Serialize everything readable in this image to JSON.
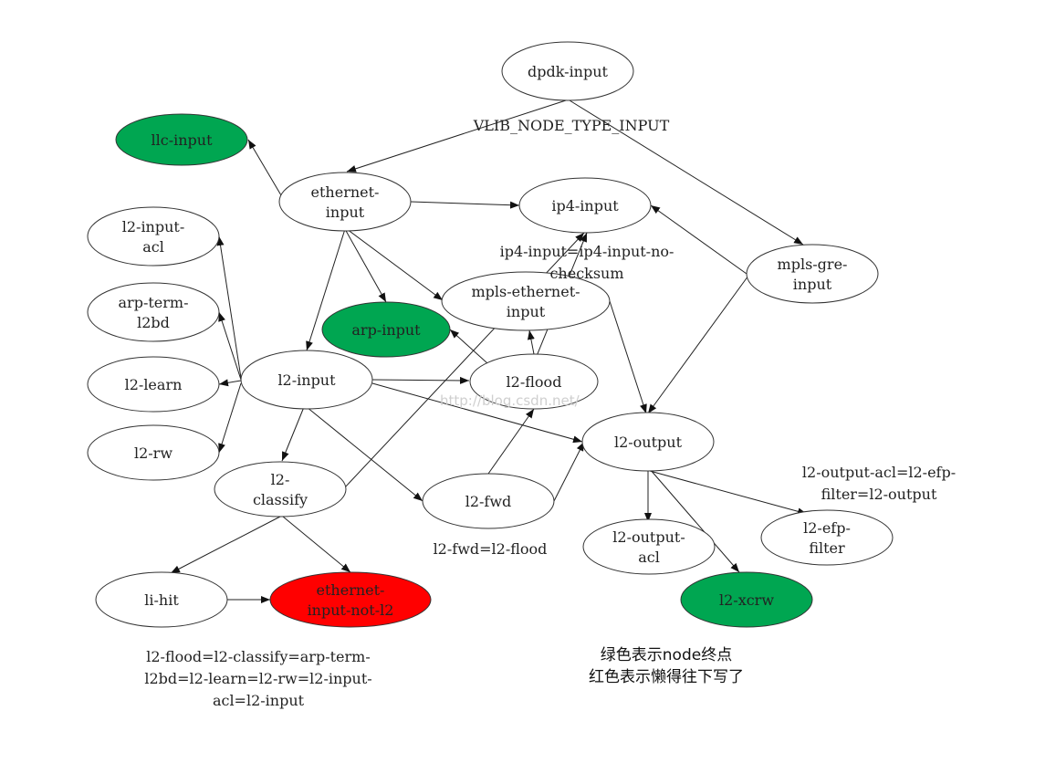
{
  "nodes": {
    "dpdk_input": {
      "label": [
        "dpdk-input"
      ],
      "kind": "normal"
    },
    "llc_input": {
      "label": [
        "llc-input"
      ],
      "kind": "terminal"
    },
    "ethernet_input": {
      "label": [
        "ethernet-",
        "input"
      ],
      "kind": "normal"
    },
    "ip4_input": {
      "label": [
        "ip4-input"
      ],
      "kind": "normal"
    },
    "l2_input_acl": {
      "label": [
        "l2-input-",
        "acl"
      ],
      "kind": "normal"
    },
    "arp_term_l2bd": {
      "label": [
        "arp-term-",
        "l2bd"
      ],
      "kind": "normal"
    },
    "l2_learn": {
      "label": [
        "l2-learn"
      ],
      "kind": "normal"
    },
    "l2_rw": {
      "label": [
        "l2-rw"
      ],
      "kind": "normal"
    },
    "mpls_gre_input": {
      "label": [
        "mpls-gre-",
        "input"
      ],
      "kind": "normal"
    },
    "mpls_ethernet_input": {
      "label": [
        "mpls-ethernet-",
        "input"
      ],
      "kind": "normal"
    },
    "arp_input": {
      "label": [
        "arp-input"
      ],
      "kind": "terminal"
    },
    "l2_input": {
      "label": [
        "l2-input"
      ],
      "kind": "normal"
    },
    "l2_flood": {
      "label": [
        "l2-flood"
      ],
      "kind": "normal"
    },
    "l2_output": {
      "label": [
        "l2-output"
      ],
      "kind": "normal"
    },
    "l2_classify": {
      "label": [
        "l2-",
        "classify"
      ],
      "kind": "normal"
    },
    "l2_fwd": {
      "label": [
        "l2-fwd"
      ],
      "kind": "normal"
    },
    "l2_output_acl": {
      "label": [
        "l2-output-",
        "acl"
      ],
      "kind": "normal"
    },
    "l2_efp_filter": {
      "label": [
        "l2-efp-",
        "filter"
      ],
      "kind": "normal"
    },
    "li_hit": {
      "label": [
        "li-hit"
      ],
      "kind": "normal"
    },
    "ethernet_input_not_l2": {
      "label": [
        "ethernet-",
        "input-not-l2"
      ],
      "kind": "drop"
    },
    "l2_xcrw": {
      "label": [
        "l2-xcrw"
      ],
      "kind": "terminal"
    }
  },
  "edges": [
    {
      "from": "dpdk_input",
      "to": "ethernet_input"
    },
    {
      "from": "dpdk_input",
      "to": "mpls_gre_input"
    },
    {
      "from": "ethernet_input",
      "to": "llc_input"
    },
    {
      "from": "ethernet_input",
      "to": "ip4_input"
    },
    {
      "from": "ethernet_input",
      "to": "arp_input"
    },
    {
      "from": "ethernet_input",
      "to": "mpls_ethernet_input"
    },
    {
      "from": "ethernet_input",
      "to": "l2_input"
    },
    {
      "from": "mpls_gre_input",
      "to": "ip4_input"
    },
    {
      "from": "mpls_gre_input",
      "to": "l2_output"
    },
    {
      "from": "mpls_ethernet_input",
      "to": "l2_output"
    },
    {
      "from": "l2_input",
      "to": "l2_input_acl"
    },
    {
      "from": "l2_input",
      "to": "arp_term_l2bd"
    },
    {
      "from": "l2_input",
      "to": "l2_learn"
    },
    {
      "from": "l2_input",
      "to": "l2_rw"
    },
    {
      "from": "l2_input",
      "to": "l2_flood"
    },
    {
      "from": "l2_input",
      "to": "l2_output"
    },
    {
      "from": "l2_input",
      "to": "l2_classify"
    },
    {
      "from": "l2_input",
      "to": "l2_fwd"
    },
    {
      "from": "l2_flood",
      "to": "arp_input"
    },
    {
      "from": "l2_flood",
      "to": "mpls_ethernet_input"
    },
    {
      "from": "l2_flood",
      "to": "ip4_input"
    },
    {
      "from": "l2_classify",
      "to": "ip4_input"
    },
    {
      "from": "l2_classify",
      "to": "li_hit"
    },
    {
      "from": "l2_classify",
      "to": "ethernet_input_not_l2"
    },
    {
      "from": "li_hit",
      "to": "ethernet_input_not_l2"
    },
    {
      "from": "l2_fwd",
      "to": "l2_flood"
    },
    {
      "from": "l2_fwd",
      "to": "l2_output"
    },
    {
      "from": "l2_output",
      "to": "l2_output_acl"
    },
    {
      "from": "l2_output",
      "to": "l2_efp_filter"
    },
    {
      "from": "l2_output",
      "to": "l2_xcrw"
    }
  ],
  "annotations": {
    "vlib_type": [
      "VLIB_NODE_TYPE_INPUT"
    ],
    "ip4_equiv": [
      "ip4-input=ip4-input-no-",
      "checksum"
    ],
    "fwd_equiv": [
      "l2-fwd=l2-flood"
    ],
    "l2out_equiv": [
      "l2-output-acl=l2-efp-",
      "filter=l2-output"
    ],
    "flood_equiv": [
      "l2-flood=l2-classify=arp-term-",
      "l2bd=l2-learn=l2-rw=l2-input-",
      "acl=l2-input"
    ],
    "legend": [
      "绿色表示node终点",
      "红色表示懒得往下写了"
    ]
  },
  "watermark": "http://blog.csdn.net/",
  "colors": {
    "terminal_fill": "#00a651",
    "drop_fill": "#ff0000",
    "normal_fill": "#ffffff",
    "stroke": "#333333"
  }
}
